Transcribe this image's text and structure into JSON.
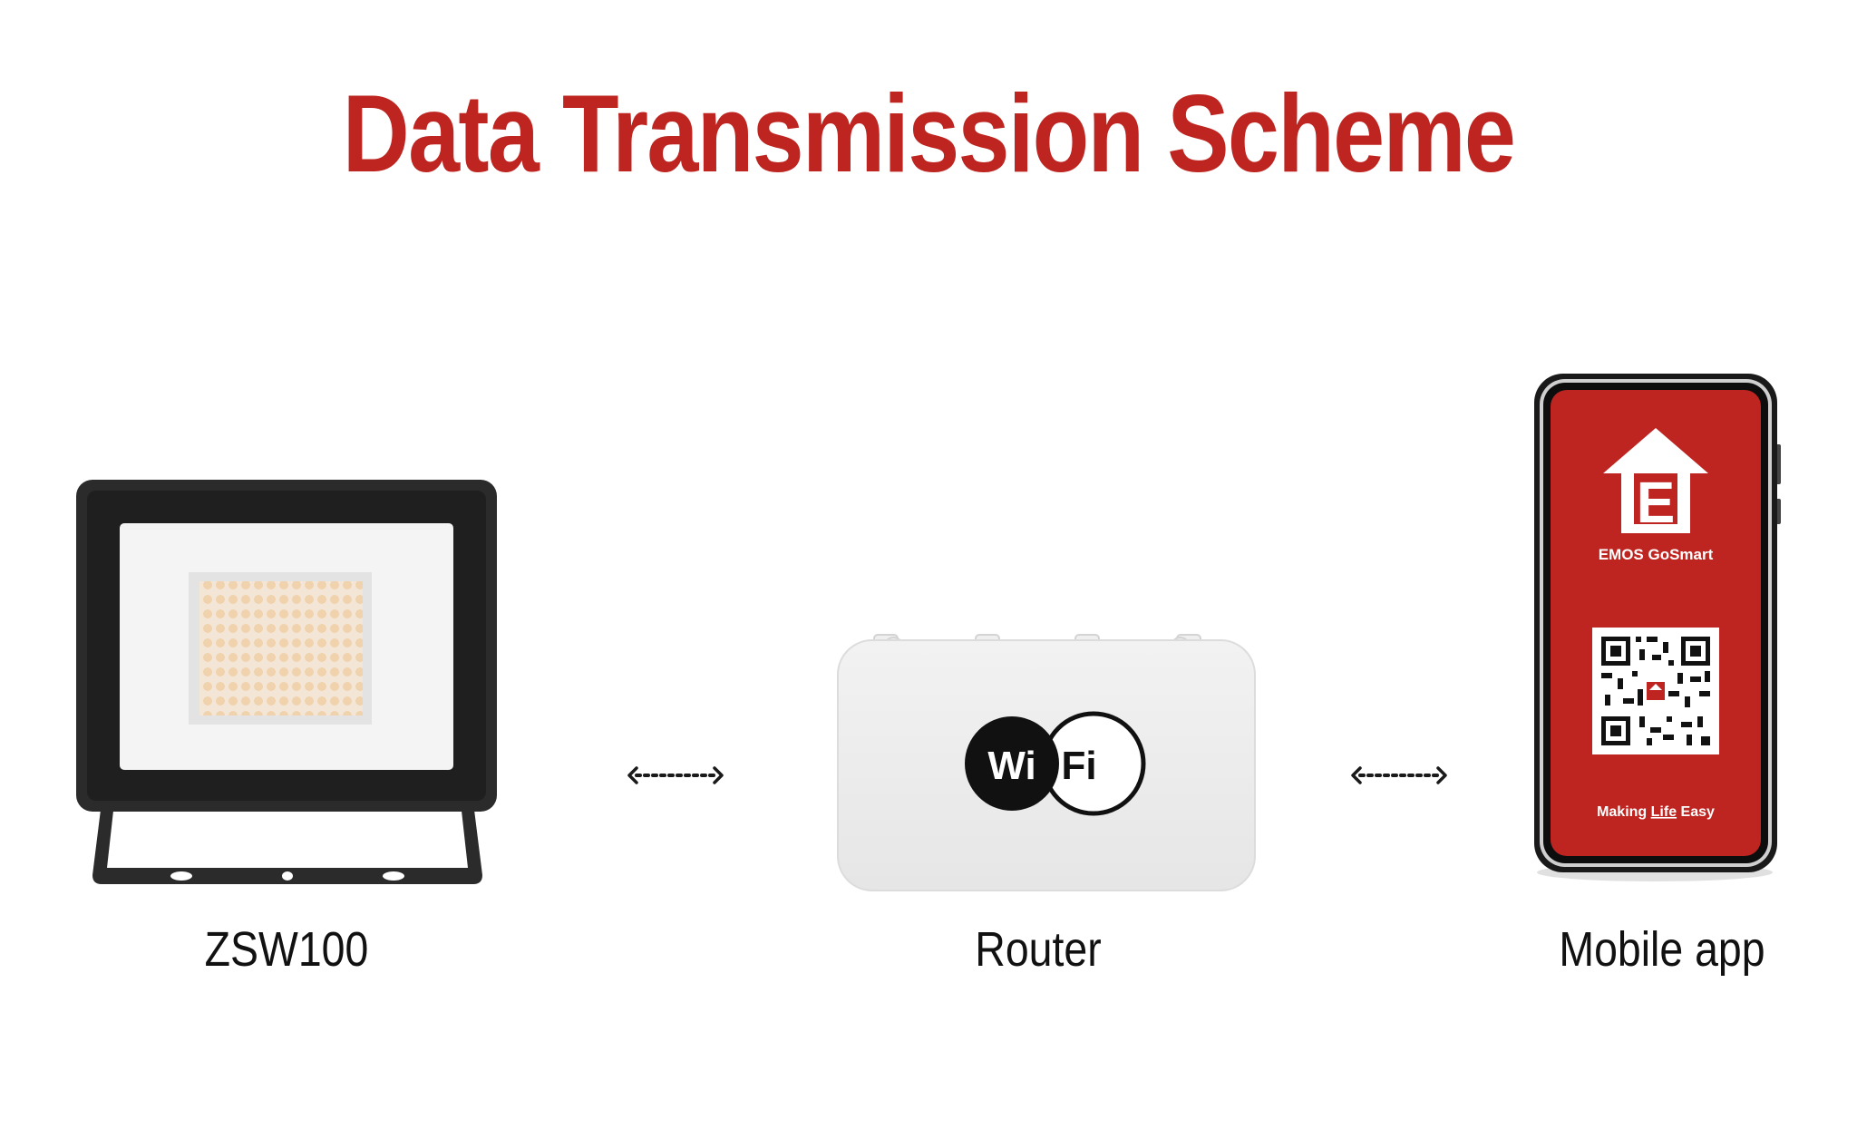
{
  "title": "Data Transmission Scheme",
  "colors": {
    "accent": "#be2420",
    "text": "#111111",
    "arrow": "#1a1a1a",
    "floodlight_frame": "#2b2b2b",
    "router_body": "#eeeeee",
    "phone_screen": "#be2420"
  },
  "nodes": [
    {
      "label": "ZSW100",
      "icon": "floodlight-icon"
    },
    {
      "label": "Router",
      "icon": "wifi-router-icon"
    },
    {
      "label": "Mobile app",
      "icon": "smartphone-icon"
    }
  ],
  "router": {
    "badge_left": "Wi",
    "badge_right": "Fi"
  },
  "phone": {
    "app_name": "EMOS GoSmart",
    "slogan_before": "Making ",
    "slogan_underlined": "Life",
    "slogan_after": " Easy",
    "logo_letter": "E"
  },
  "connections": [
    {
      "from": "ZSW100",
      "to": "Router",
      "style": "dotted-bidirectional"
    },
    {
      "from": "Router",
      "to": "Mobile app",
      "style": "dotted-bidirectional"
    }
  ]
}
